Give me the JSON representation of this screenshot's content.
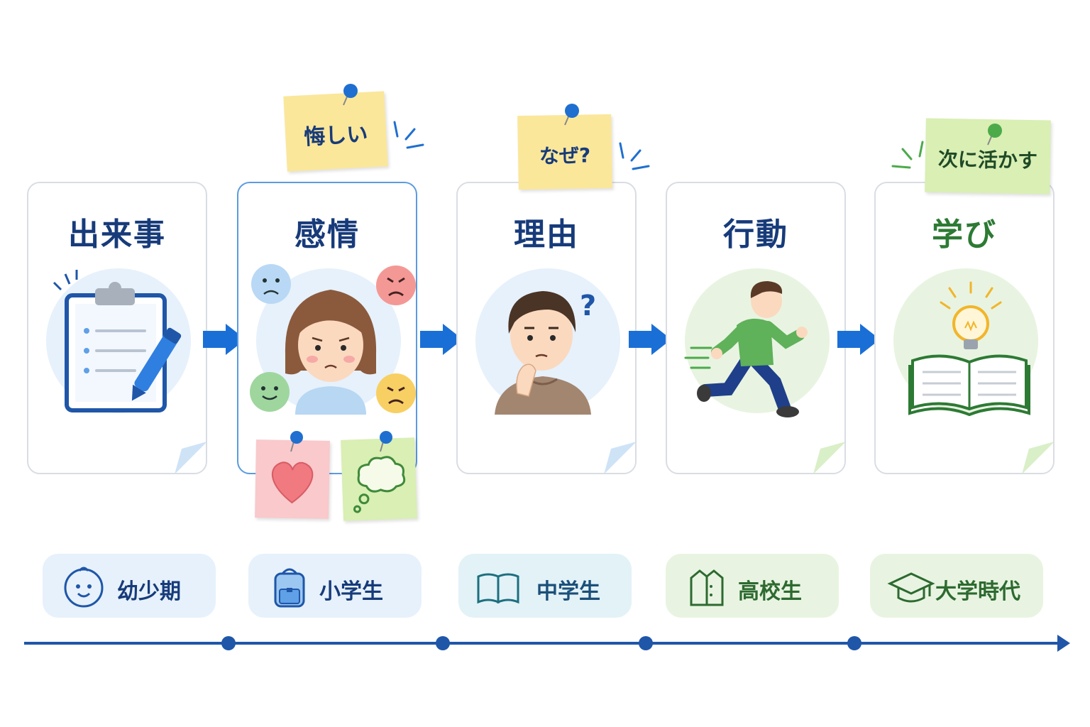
{
  "steps": [
    {
      "title": "出来事",
      "icon": "clipboard-icon"
    },
    {
      "title": "感情",
      "icon": "emotion-face-icon"
    },
    {
      "title": "理由",
      "icon": "thinking-boy-icon"
    },
    {
      "title": "行動",
      "icon": "running-boy-icon"
    },
    {
      "title": "学び",
      "icon": "book-lightbulb-icon"
    }
  ],
  "notes": {
    "emotion": "悔しい",
    "reason": "なぜ?",
    "learning": "次に活かす"
  },
  "eras": [
    {
      "label": "幼少期",
      "icon": "baby-icon"
    },
    {
      "label": "小学生",
      "icon": "school-backpack-icon"
    },
    {
      "label": "中学生",
      "icon": "open-book-icon"
    },
    {
      "label": "高校生",
      "icon": "uniform-icon"
    },
    {
      "label": "大学時代",
      "icon": "graduation-cap-icon"
    }
  ],
  "colors": {
    "title_blue": "#173b7a",
    "title_green": "#2d7a34",
    "arrow_blue": "#1a6fd6",
    "timeline_blue": "#1f56a8",
    "note_yellow": "#fbe79a",
    "note_green": "#d9efb4",
    "note_pink": "#f9c9cc"
  }
}
